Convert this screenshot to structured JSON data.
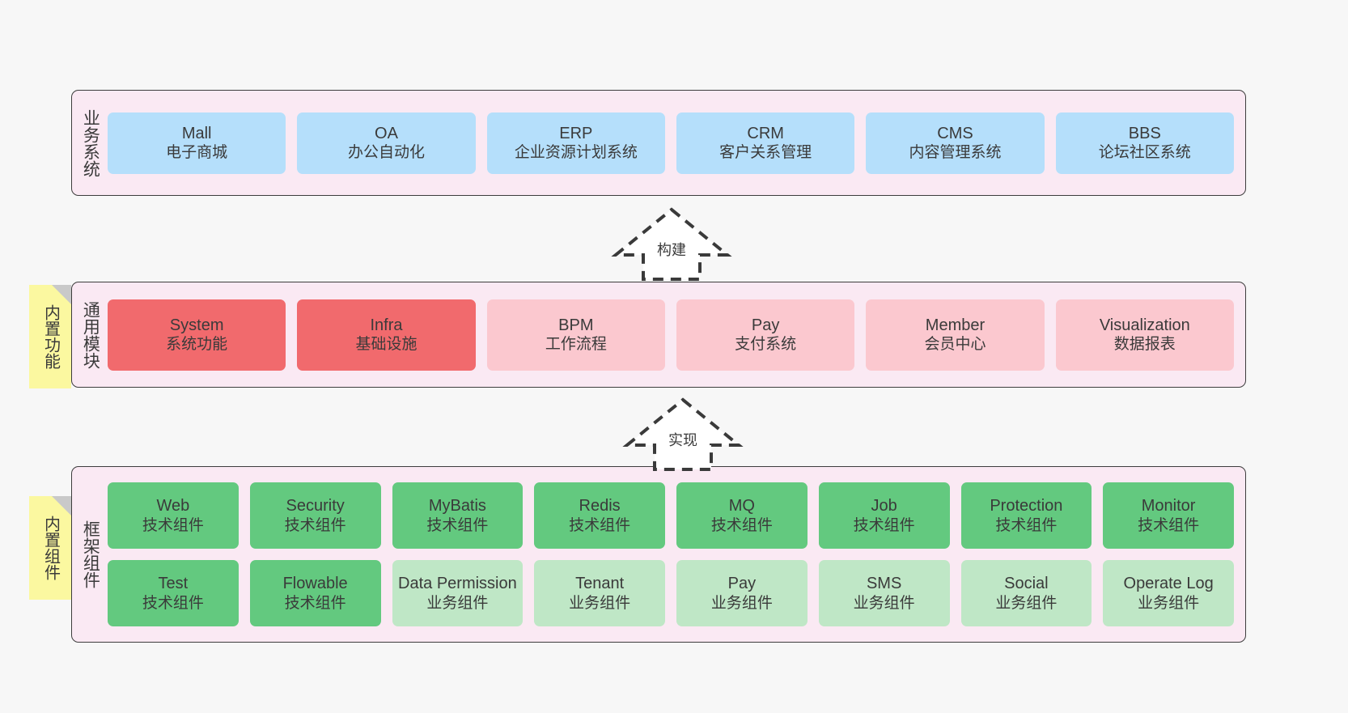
{
  "layers": [
    {
      "key": "business",
      "title": "业务系统",
      "rows": [
        {
          "cards": [
            {
              "name": "Mall",
              "sub": "电子商城",
              "color": "c-blue"
            },
            {
              "name": "OA",
              "sub": "办公自动化",
              "color": "c-blue"
            },
            {
              "name": "ERP",
              "sub": "企业资源计划系统",
              "color": "c-blue"
            },
            {
              "name": "CRM",
              "sub": "客户关系管理",
              "color": "c-blue"
            },
            {
              "name": "CMS",
              "sub": "内容管理系统",
              "color": "c-blue"
            },
            {
              "name": "BBS",
              "sub": "论坛社区系统",
              "color": "c-blue"
            }
          ]
        }
      ]
    },
    {
      "key": "modules",
      "title": "通用模块",
      "tag": "内置功能",
      "rows": [
        {
          "cards": [
            {
              "name": "System",
              "sub": "系统功能",
              "color": "c-red"
            },
            {
              "name": "Infra",
              "sub": "基础设施",
              "color": "c-red"
            },
            {
              "name": "BPM",
              "sub": "工作流程",
              "color": "c-pink"
            },
            {
              "name": "Pay",
              "sub": "支付系统",
              "color": "c-pink"
            },
            {
              "name": "Member",
              "sub": "会员中心",
              "color": "c-pink"
            },
            {
              "name": "Visualization",
              "sub": "数据报表",
              "color": "c-pink"
            }
          ]
        }
      ]
    },
    {
      "key": "framework",
      "title": "框架组件",
      "tag": "内置组件",
      "rows": [
        {
          "cards": [
            {
              "name": "Web",
              "sub": "技术组件",
              "color": "c-green"
            },
            {
              "name": "Security",
              "sub": "技术组件",
              "color": "c-green"
            },
            {
              "name": "MyBatis",
              "sub": "技术组件",
              "color": "c-green"
            },
            {
              "name": "Redis",
              "sub": "技术组件",
              "color": "c-green"
            },
            {
              "name": "MQ",
              "sub": "技术组件",
              "color": "c-green"
            },
            {
              "name": "Job",
              "sub": "技术组件",
              "color": "c-green"
            },
            {
              "name": "Protection",
              "sub": "技术组件",
              "color": "c-green"
            },
            {
              "name": "Monitor",
              "sub": "技术组件",
              "color": "c-green"
            }
          ]
        },
        {
          "cards": [
            {
              "name": "Test",
              "sub": "技术组件",
              "color": "c-green"
            },
            {
              "name": "Flowable",
              "sub": "技术组件",
              "color": "c-green"
            },
            {
              "name": "Data Permission",
              "sub": "业务组件",
              "color": "c-green-light"
            },
            {
              "name": "Tenant",
              "sub": "业务组件",
              "color": "c-green-light"
            },
            {
              "name": "Pay",
              "sub": "业务组件",
              "color": "c-green-light"
            },
            {
              "name": "SMS",
              "sub": "业务组件",
              "color": "c-green-light"
            },
            {
              "name": "Social",
              "sub": "业务组件",
              "color": "c-green-light"
            },
            {
              "name": "Operate Log",
              "sub": "业务组件",
              "color": "c-green-light"
            }
          ]
        }
      ]
    }
  ],
  "arrows": [
    {
      "key": "build",
      "label": "构建"
    },
    {
      "key": "implement",
      "label": "实现"
    }
  ],
  "colors": {
    "canvas_background": "#f7f7f7",
    "layer_background": "#fae9f3",
    "layer_border": "#3d3d3d",
    "business_card": "#b5dffb",
    "module_core_card": "#f16a6d",
    "module_card": "#fbc8cf",
    "framework_tech_card": "#63c97f",
    "framework_biz_card": "#bfe7c6",
    "note_background": "#fbf8a0",
    "note_fold": "#c9c9c9",
    "arrow_stroke": "#3a3a3a",
    "text": "#3a3a3a"
  }
}
